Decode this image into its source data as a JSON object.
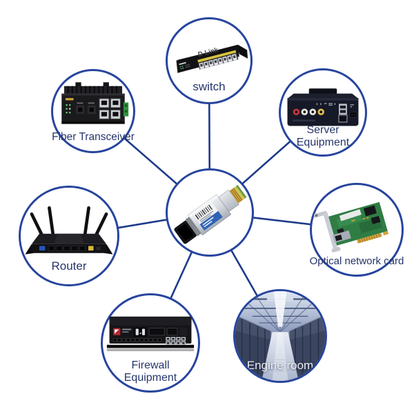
{
  "diagram": {
    "description_domain": "sfp-module-application-diagram",
    "center_node": {
      "device": "sfp-optical-transceiver-module"
    },
    "nodes": [
      {
        "id": "switch",
        "label": "switch",
        "brand": "D-Link"
      },
      {
        "id": "fiber-transceiver",
        "label": "Fiber Transceiver"
      },
      {
        "id": "server-equipment",
        "label_line1": "Server",
        "label_line2": "Equipment"
      },
      {
        "id": "router",
        "label": "Router"
      },
      {
        "id": "optical-network-card",
        "label": "Optical network card"
      },
      {
        "id": "firewall-equipment",
        "label_line1": "Firewall",
        "label_line2": "Equipment"
      },
      {
        "id": "engine-room",
        "label": "Engine room"
      }
    ],
    "colors": {
      "connector_line": "#1e3a8c",
      "circle_border": "#27459e",
      "label_text": "#26356b",
      "engine_room_label_text": "#eceef2"
    }
  }
}
